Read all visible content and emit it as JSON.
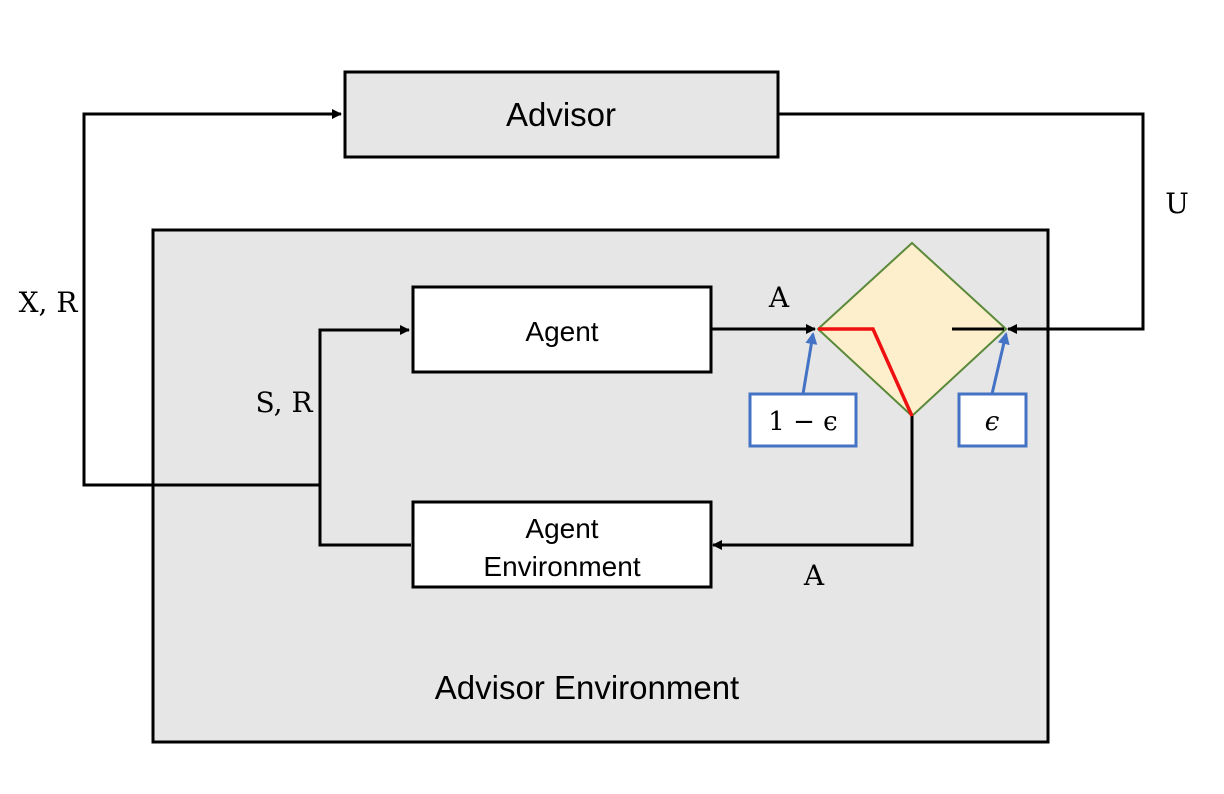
{
  "nodes": {
    "advisor": "Advisor",
    "agent": "Agent",
    "agent_env_line1": "Agent",
    "agent_env_line2": "Environment",
    "advisor_env": "Advisor Environment"
  },
  "edge_labels": {
    "u": "U",
    "x_r": "X, R",
    "s_r": "S, R",
    "a_top": "A",
    "a_bottom": "A"
  },
  "switch_labels": {
    "one_minus_eps": "1 − ϵ",
    "eps": "ϵ"
  },
  "colors": {
    "box_gray": "#e6e6e6",
    "diamond_fill": "#fdefcb",
    "diamond_stroke": "#5a8a3a",
    "switch_red": "#ee1111",
    "prob_blue": "#4472c4"
  }
}
